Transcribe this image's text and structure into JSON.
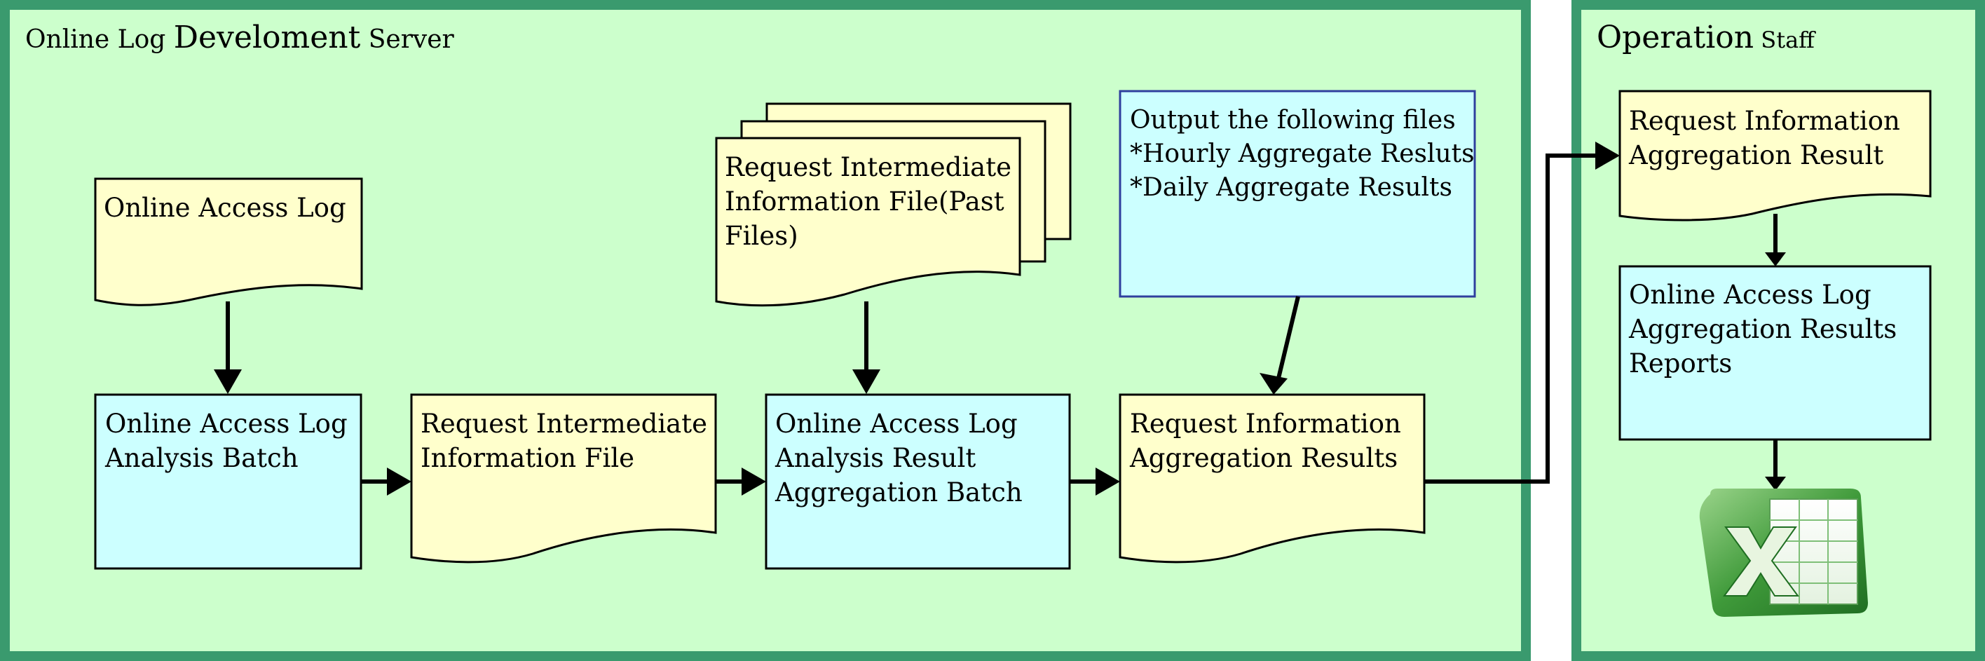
{
  "panels": {
    "server": {
      "title_a": "Online Log ",
      "title_b": "Develoment",
      "title_c": " Server"
    },
    "staff": {
      "title_a": "Operation",
      "title_b": " Staff"
    }
  },
  "nodes": {
    "online_access_log": "Online Access Log",
    "analysis_batch": [
      "Online Access Log",
      "Analysis Batch"
    ],
    "intermediate_file": [
      "Request Intermediate",
      "Information File"
    ],
    "past_files": [
      "Request Intermediate",
      "Information File(Past",
      "Files)"
    ],
    "aggregation_batch": [
      "Online Access Log",
      "Analysis Result",
      "Aggregation Batch"
    ],
    "output_note": [
      "Output the following files",
      "*Hourly Aggregate Resluts",
      "*Daily Aggregate Results"
    ],
    "aggregation_results": [
      "Request Information",
      "Aggregation Results"
    ],
    "staff_result": [
      "Request Information",
      "Aggregation Result"
    ],
    "staff_reports": [
      "Online Access Log",
      "Aggregation Results",
      "Reports"
    ]
  },
  "icons": {
    "excel": "excel-icon"
  },
  "colors": {
    "panel_fill": "#ccffcc",
    "panel_border": "#3a9a6e",
    "document_fill": "#ffffcc",
    "process_fill": "#ccffff",
    "note_border": "#2f3f9e",
    "excel_green": "#2e8b2e"
  }
}
